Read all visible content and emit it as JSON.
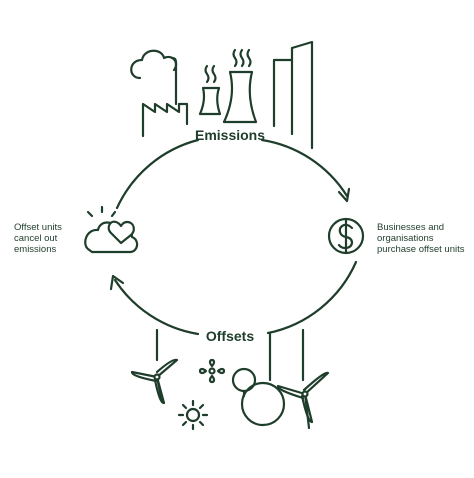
{
  "colors": {
    "ink": "#1f3d2b",
    "background": "#ffffff"
  },
  "cycle": {
    "top_label": "Emissions",
    "bottom_label": "Offsets",
    "left_text": [
      "Offset units",
      "cancel out",
      "emissions"
    ],
    "right_text": [
      "Businesses and",
      "organisations",
      "purchase offset units"
    ]
  },
  "icons": {
    "top": "factory-with-smokestacks-and-cooling-towers",
    "right": "dollar-coin",
    "left": "cloud-with-sun-and-heart",
    "bottom": [
      "wind-turbines",
      "sun",
      "flower",
      "trees"
    ]
  }
}
